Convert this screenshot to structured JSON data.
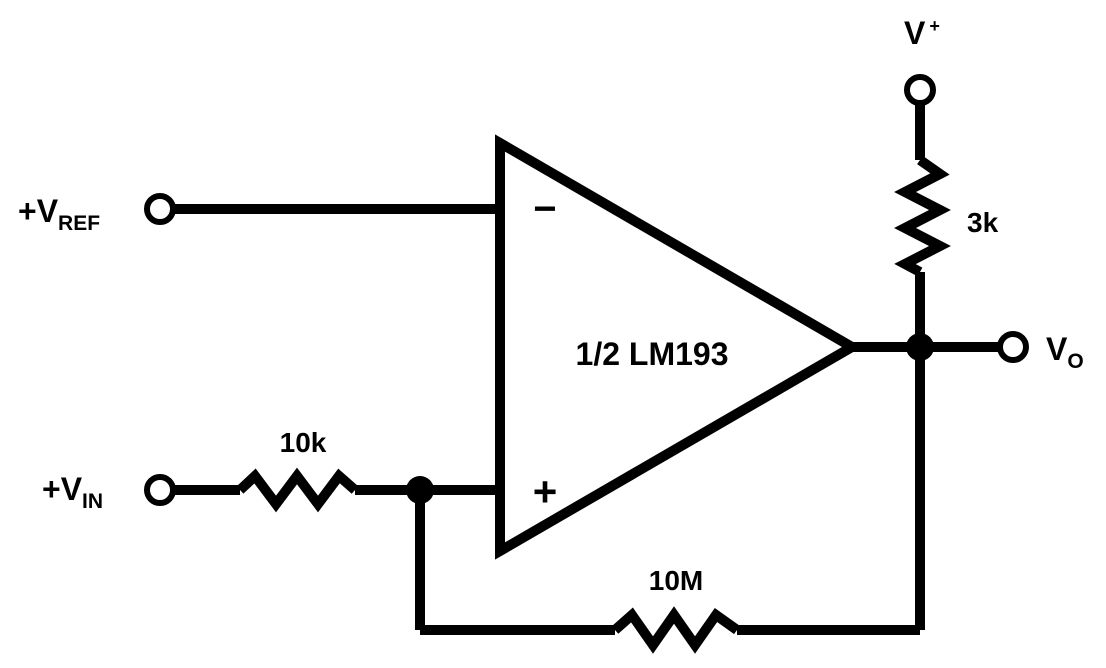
{
  "circuit": {
    "vplus": {
      "main": "V",
      "sup": "+"
    },
    "vref": {
      "prefix": "+V",
      "sub": "REF"
    },
    "vin": {
      "prefix": "+V",
      "sub": "IN"
    },
    "vout": {
      "main": "V",
      "sub": "O"
    },
    "pullup_resistor": "3k",
    "input_resistor": "10k",
    "feedback_resistor": "10M",
    "opamp_label": "1/2 LM193",
    "inverting_symbol": "−",
    "noninverting_symbol": "+"
  }
}
